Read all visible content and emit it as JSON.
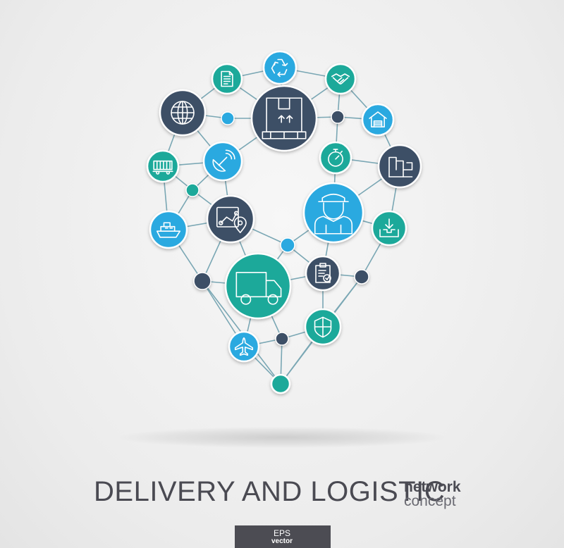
{
  "title": "DELIVERY AND LOGISTIC",
  "subtitle": {
    "line1": "network",
    "line2": "concept"
  },
  "badge": {
    "line1": "EPS",
    "line2": "vector"
  },
  "colors": {
    "teal": "#1aa99a",
    "blue": "#29a9e0",
    "slate": "#3e4f66",
    "line": "#7aa7b4",
    "text": "#4a4a52"
  },
  "icons": [
    "document-icon",
    "recycle-icon",
    "handshake-icon",
    "globe-icon",
    "package-box-icon",
    "warehouse-icon",
    "container-train-icon",
    "satellite-dish-icon",
    "stopwatch-icon",
    "forklift-icon",
    "ship-icon",
    "route-map-icon",
    "courier-person-icon",
    "download-tray-icon",
    "truck-icon",
    "clipboard-check-icon",
    "shield-icon",
    "airplane-icon"
  ]
}
